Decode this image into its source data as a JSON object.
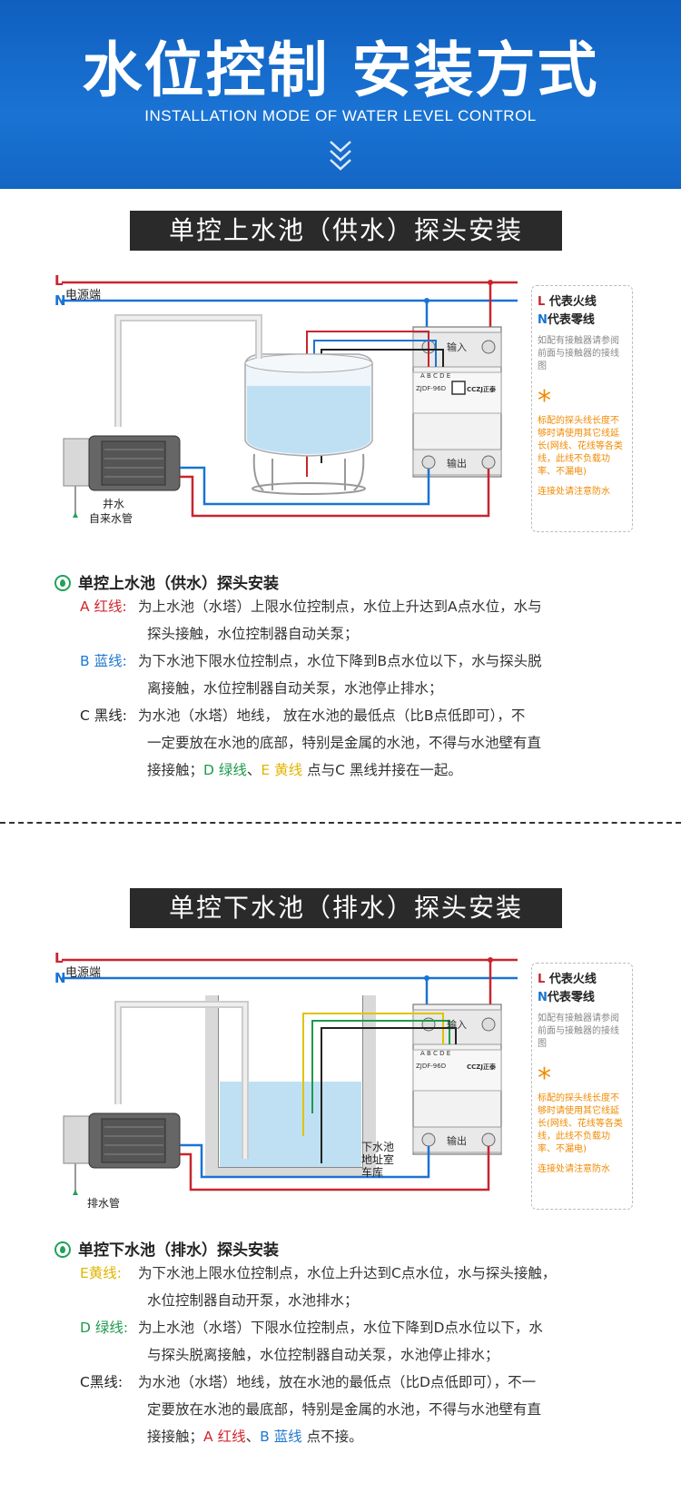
{
  "header": {
    "title": "水位控制 安装方式",
    "subtitle": "INSTALLATION MODE OF WATER LEVEL CONTROL"
  },
  "section1": {
    "banner": "单控上水池（供水）探头安装",
    "diagram": {
      "L": "L",
      "N": "N",
      "power_label": "电源端",
      "pump_label_1": "井水",
      "pump_label_2": "自来水管",
      "input_label": "输入",
      "output_label": "输出",
      "terminals": "A B C D E",
      "model": "ZJDF-96D",
      "brand": "CCZJ正泰"
    },
    "heading": "单控上水池（供水）探头安装",
    "items": [
      {
        "tag_letter": "A",
        "tag_name": "红线:",
        "text1": "为上水池（水塔）上限水位控制点，水位上升达到A点水位，水与",
        "text2": "探头接触，水位控制器自动关泵；"
      },
      {
        "tag_letter": "B",
        "tag_name": "蓝线:",
        "text1": "为下水池下限水位控制点，水位下降到B点水位以下，水与探头脱",
        "text2": "离接触，水位控制器自动关泵，水池停止排水；"
      },
      {
        "tag_letter": "C",
        "tag_name": "黑线:",
        "text1": "为水池（水塔）地线，  放在水池的最低点（比B点低即可），不",
        "text2a": "一定要放在水池的底部，特别是金属的水池，不得与水池壁有直",
        "text2b_pre": "接接触；",
        "d_letter": "D",
        "d_name": "绿线",
        "sep": "、",
        "e_letter": "E",
        "e_name": "黄线",
        "text2b_post": " 点与C 黑线并接在一起。"
      }
    ]
  },
  "section2": {
    "banner": "单控下水池（排水）探头安装",
    "diagram": {
      "L": "L",
      "N": "N",
      "power_label": "电源端",
      "pump_label": "排水管",
      "tank_label_1": "下水池",
      "tank_label_2": "地址室",
      "tank_label_3": "车库",
      "input_label": "输入",
      "output_label": "输出",
      "terminals": "A B C D E",
      "model": "ZJDF-96D",
      "brand": "CCZJ正泰"
    },
    "heading": "单控下水池（排水）探头安装",
    "items": [
      {
        "tag_name": "E黄线:",
        "text1": "为下水池上限水位控制点，水位上升达到C点水位，水与探头接触，",
        "text2": "水位控制器自动开泵，水池排水；"
      },
      {
        "tag_letter": "D",
        "tag_name": "绿线:",
        "text1": "为上水池（水塔）下限水位控制点，水位下降到D点水位以下，水",
        "text2": "与探头脱离接触，水位控制器自动关泵，水池停止排水；"
      },
      {
        "tag_name": "C黑线:",
        "text1": "为水池（水塔）地线，放在水池的最低点（比D点低即可），不一",
        "text2a": "定要放在水池的最底部，特别是金属的水池，不得与水池壁有直",
        "text2b_pre": "接接触；",
        "a_letter": "A",
        "a_name": "红线",
        "sep": "、",
        "b_letter": "B",
        "b_name": "蓝线",
        "text2b_post": " 点不接。"
      }
    ]
  },
  "legend": {
    "l_key": "L",
    "l_text": "代表火线",
    "n_key": "N",
    "n_text": "代表零线",
    "note_grey": "如配有接触器请参阅前面与接触器的接线图",
    "star": "*",
    "note_orange": "标配的探头线长度不够时请使用其它线延长(网线、花线等各类线，此线不负载功率、不漏电)",
    "note_waterproof": "连接处请注意防水"
  },
  "colors": {
    "header_blue": "#1a73d3",
    "live_red": "#c8252f",
    "neutral_blue": "#1a73d3",
    "accent_orange": "#f08a00",
    "accent_green": "#22a15a"
  }
}
